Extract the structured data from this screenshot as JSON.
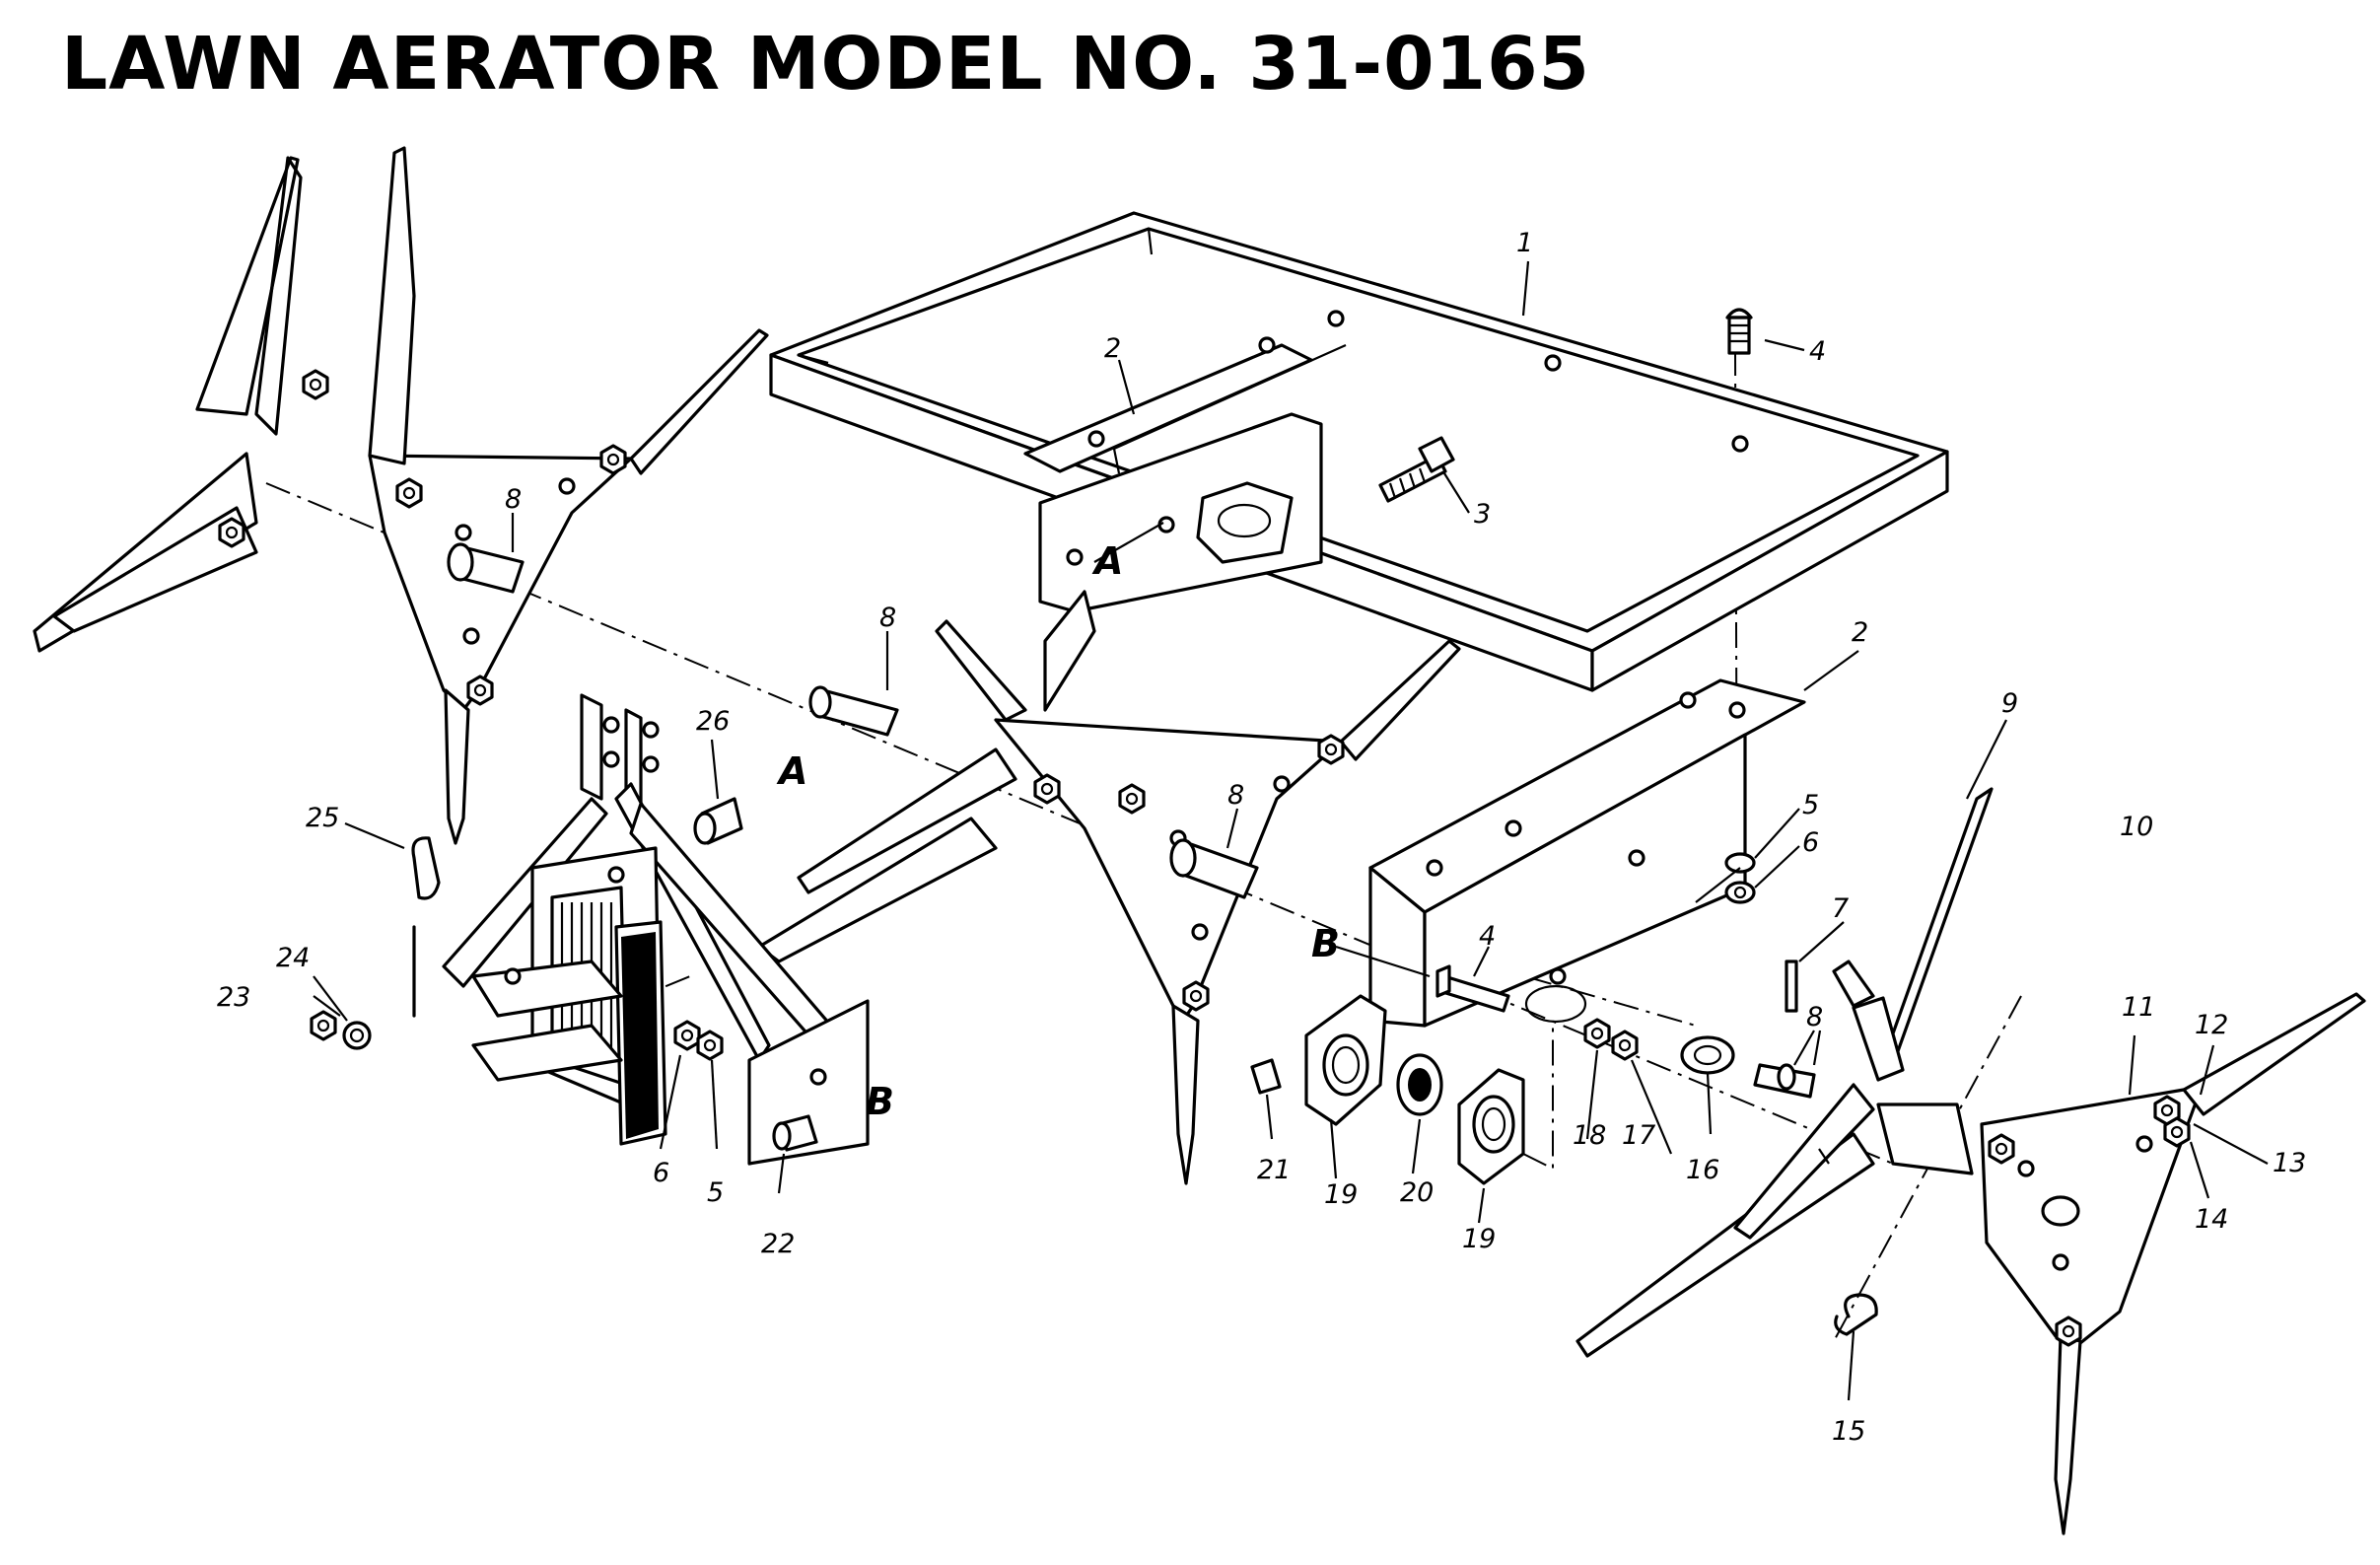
{
  "title": "LAWN AERATOR MODEL NO. 31-0165",
  "callouts": [
    {
      "id": "c1",
      "text": "1"
    },
    {
      "id": "c2a",
      "text": "2"
    },
    {
      "id": "c2b",
      "text": "2"
    },
    {
      "id": "c3",
      "text": "3"
    },
    {
      "id": "c4a",
      "text": "4"
    },
    {
      "id": "c4b",
      "text": "4"
    },
    {
      "id": "c5a",
      "text": "5"
    },
    {
      "id": "c5b",
      "text": "5"
    },
    {
      "id": "c6a",
      "text": "6"
    },
    {
      "id": "c6b",
      "text": "6"
    },
    {
      "id": "c7",
      "text": "7"
    },
    {
      "id": "c8a",
      "text": "8"
    },
    {
      "id": "c8b",
      "text": "8"
    },
    {
      "id": "c8c",
      "text": "8"
    },
    {
      "id": "c8d",
      "text": "8"
    },
    {
      "id": "c9",
      "text": "9"
    },
    {
      "id": "c10",
      "text": "10"
    },
    {
      "id": "c11",
      "text": "11"
    },
    {
      "id": "c12",
      "text": "12"
    },
    {
      "id": "c13",
      "text": "13"
    },
    {
      "id": "c14",
      "text": "14"
    },
    {
      "id": "c15",
      "text": "15"
    },
    {
      "id": "c16",
      "text": "16"
    },
    {
      "id": "c17",
      "text": "17"
    },
    {
      "id": "c18",
      "text": "18"
    },
    {
      "id": "c19a",
      "text": "19"
    },
    {
      "id": "c19b",
      "text": "19"
    },
    {
      "id": "c20",
      "text": "20"
    },
    {
      "id": "c21",
      "text": "21"
    },
    {
      "id": "c22",
      "text": "22"
    },
    {
      "id": "c23",
      "text": "23"
    },
    {
      "id": "c24",
      "text": "24"
    },
    {
      "id": "c25",
      "text": "25"
    },
    {
      "id": "c26",
      "text": "26"
    }
  ],
  "reference_letters": [
    {
      "id": "A1",
      "text": "A"
    },
    {
      "id": "A2",
      "text": "A"
    },
    {
      "id": "B1",
      "text": "B"
    },
    {
      "id": "B2",
      "text": "B"
    }
  ]
}
